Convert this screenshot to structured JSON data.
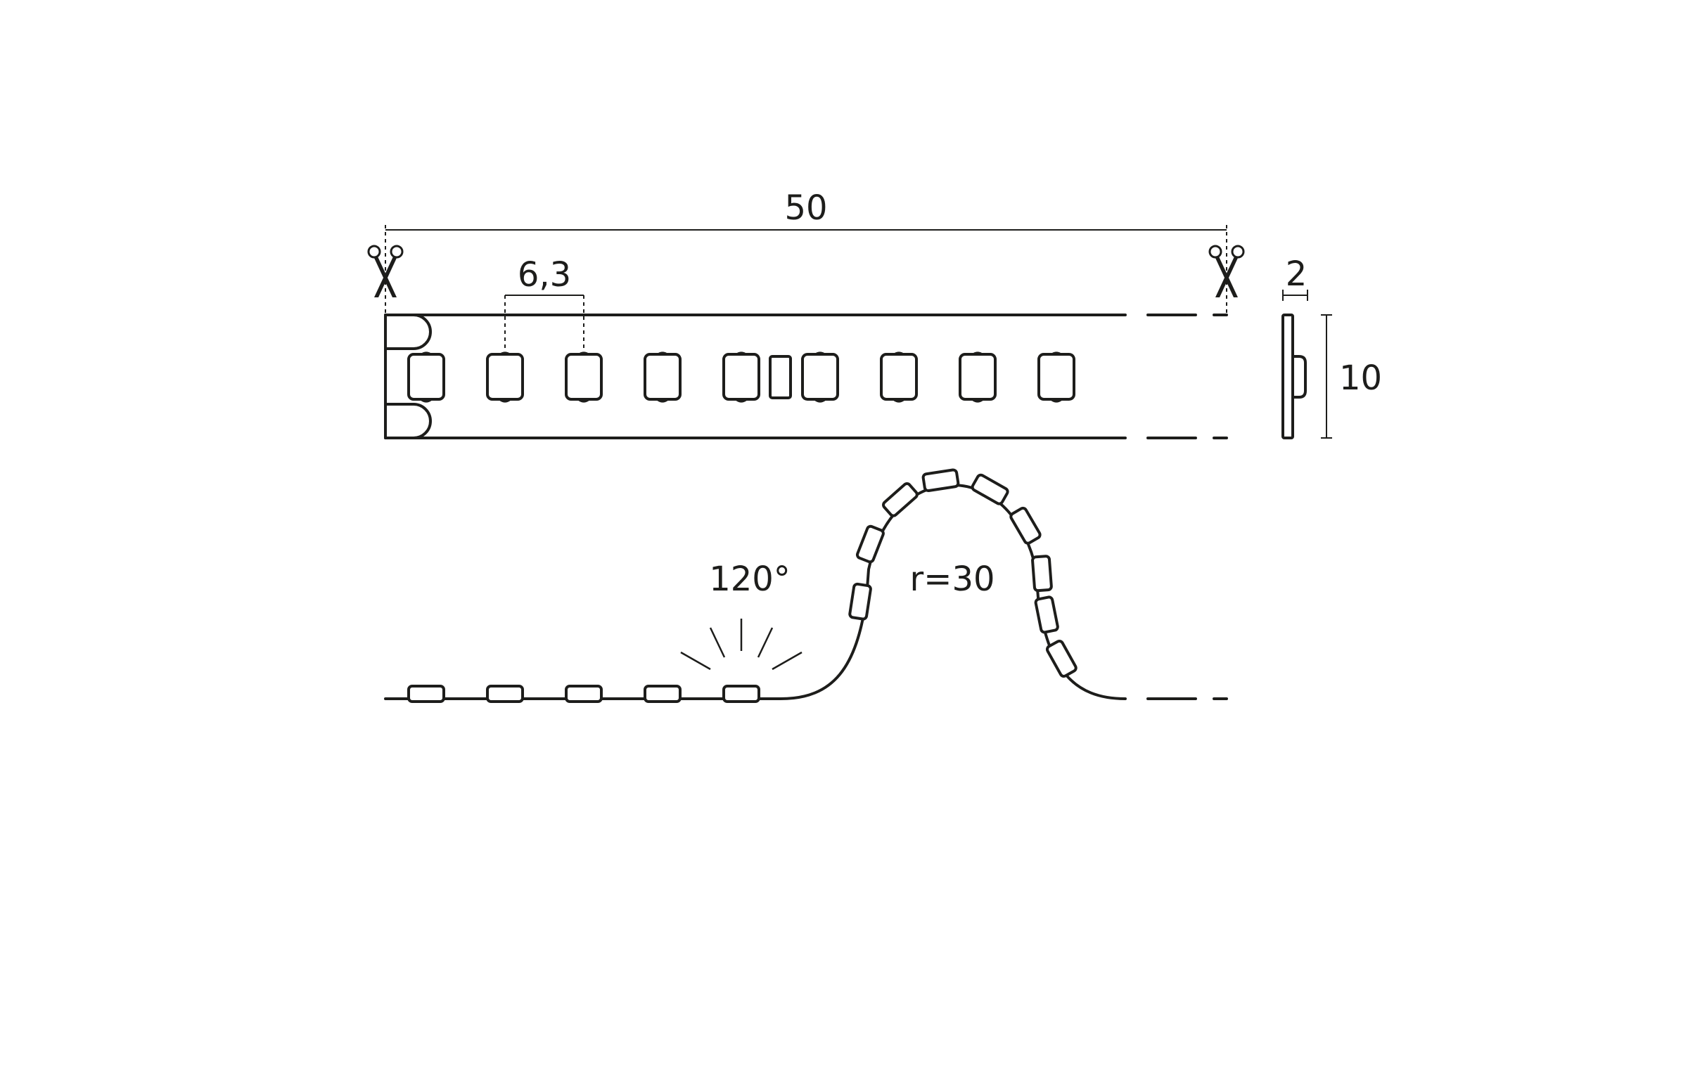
{
  "dimensions": {
    "segment_length": "50",
    "led_pitch": "6,3",
    "thickness": "2",
    "width": "10",
    "beam_angle": "120°",
    "bend_radius": "r=30"
  },
  "icons": {
    "cut_left": "scissors-icon",
    "cut_right": "scissors-icon"
  },
  "colors": {
    "line": "#1d1d1b",
    "background": "#ffffff"
  }
}
